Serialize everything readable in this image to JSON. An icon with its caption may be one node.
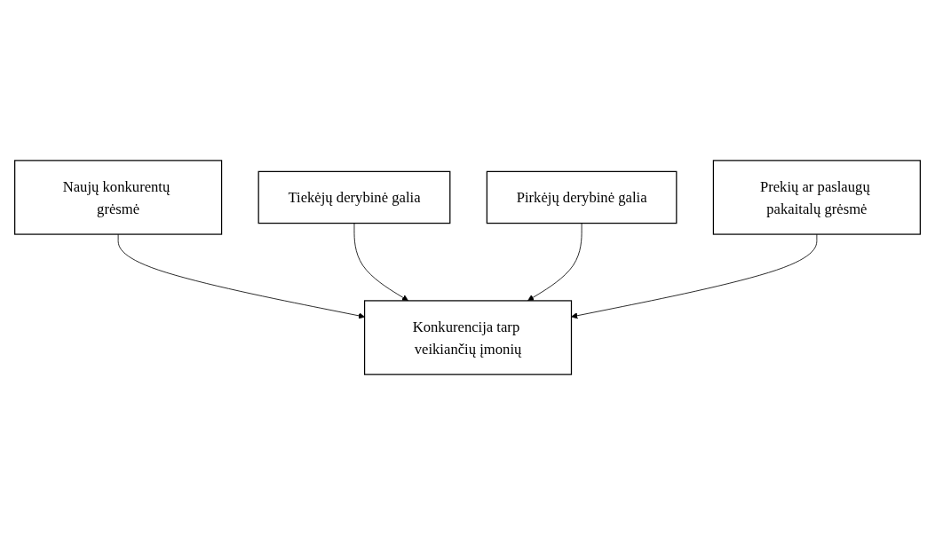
{
  "diagram": {
    "nodes": [
      {
        "text": [
          "Naujų konkurentų grėsmė"
        ]
      },
      {
        "text": [
          "Tiekėjų derybinė galia"
        ]
      },
      {
        "text": [
          "Konkurencija tarp veikiančių įmonių"
        ]
      },
      {
        "text": [
          "Pirkėjų derybinė galia"
        ]
      },
      {
        "text": [
          "Prekių ar paslaugų pakaitalų grėsmė"
        ]
      }
    ],
    "edges": [
      {
        "from": 0,
        "to": 2,
        "arrow": "to"
      },
      {
        "from": 1,
        "to": 2,
        "arrow": "to"
      },
      {
        "from": 3,
        "to": 2,
        "arrow": "to"
      },
      {
        "from": 4,
        "to": 2,
        "arrow": "to"
      }
    ]
  }
}
